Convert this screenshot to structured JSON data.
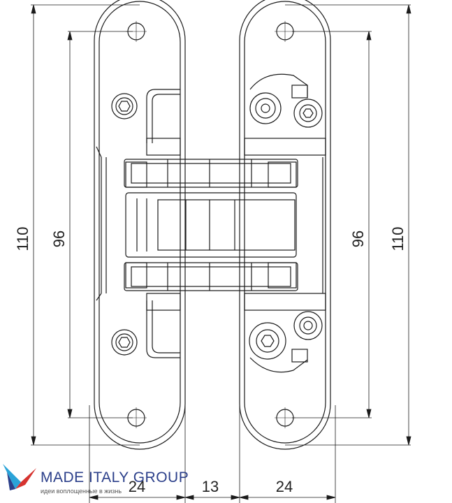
{
  "dimensions": {
    "left_outer_height": "110",
    "left_inner_height": "96",
    "right_inner_height": "96",
    "right_outer_height": "110",
    "bottom_left_width": "24",
    "bottom_middle_width": "13",
    "bottom_right_width": "24"
  },
  "watermark": {
    "title": "MADE ITALY GROUP",
    "subtitle": "идеи воплощенные в жизнь"
  },
  "colors": {
    "line": "#1a1a1a",
    "logo_primary": "#2b3f8a",
    "logo_accent": "#d6332f",
    "logo_secondary": "#2aa3d8"
  }
}
